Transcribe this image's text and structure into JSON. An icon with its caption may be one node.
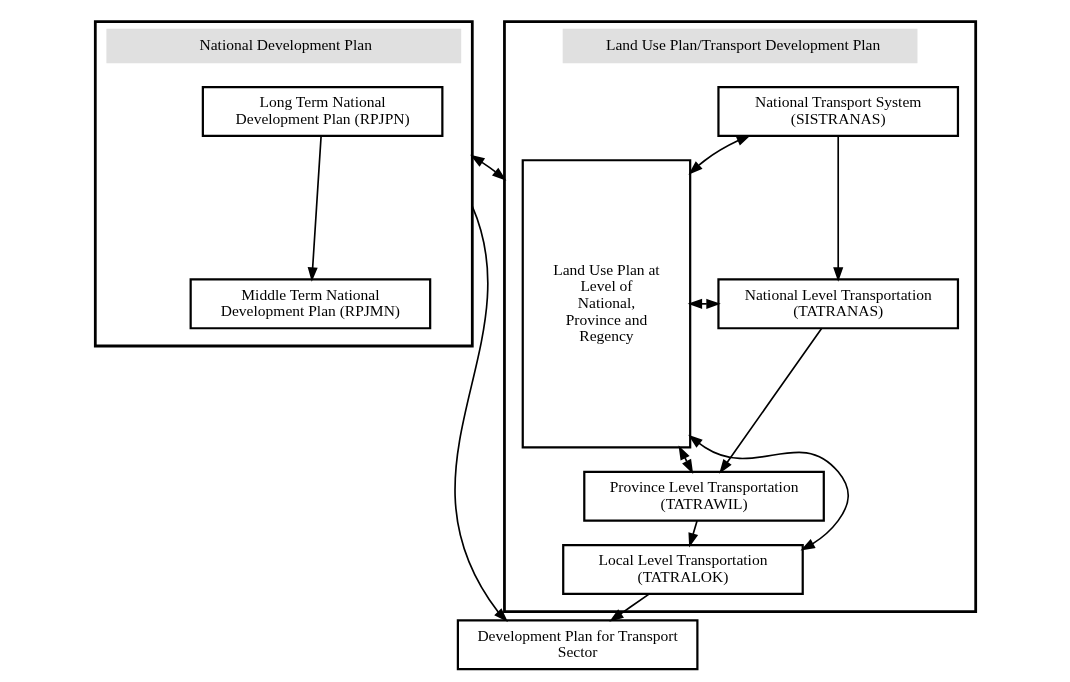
{
  "diagram": {
    "nodes": [
      {
        "text": [
          "National Development Plan"
        ]
      },
      {
        "text": [
          "Long Term National Development Plan (RPJPN)"
        ],
        "in": 0
      },
      {
        "text": [
          "Middle Term National Development Plan (RPJMN)"
        ],
        "in": 0
      },
      {
        "text": [
          "Land Use Plan/Transport Development Plan"
        ]
      },
      {
        "text": [
          "Land Use Plan at Level of National, Province and Regency"
        ],
        "in": 3
      },
      {
        "text": [
          "National Transport System (SISTRANAS)"
        ],
        "in": 3
      },
      {
        "text": [
          "National Level Transportation (TATRANAS)"
        ],
        "in": 3
      },
      {
        "text": [
          "Province Level Transportation (TATRAWIL)"
        ],
        "in": 3
      },
      {
        "text": [
          "Local Level Transportation (TATRALOK)"
        ],
        "in": 3
      },
      {
        "text": [
          "Development Plan for Transport Sector"
        ]
      }
    ],
    "edges": [
      {
        "from": 1,
        "to": 2,
        "arrow": "to"
      },
      {
        "from": 0,
        "to": 3,
        "arrow": "both"
      },
      {
        "from": 4,
        "to": 5,
        "arrow": "both"
      },
      {
        "from": 4,
        "to": 6,
        "arrow": "both"
      },
      {
        "from": 4,
        "to": 7,
        "arrow": "both"
      },
      {
        "from": 4,
        "to": 8,
        "arrow": "both"
      },
      {
        "from": 5,
        "to": 6,
        "arrow": "to"
      },
      {
        "from": 6,
        "to": 7,
        "arrow": "to"
      },
      {
        "from": 7,
        "to": 8,
        "arrow": "to"
      },
      {
        "from": 0,
        "to": 9,
        "arrow": "to"
      },
      {
        "from": 8,
        "to": 9,
        "arrow": "to"
      }
    ]
  }
}
